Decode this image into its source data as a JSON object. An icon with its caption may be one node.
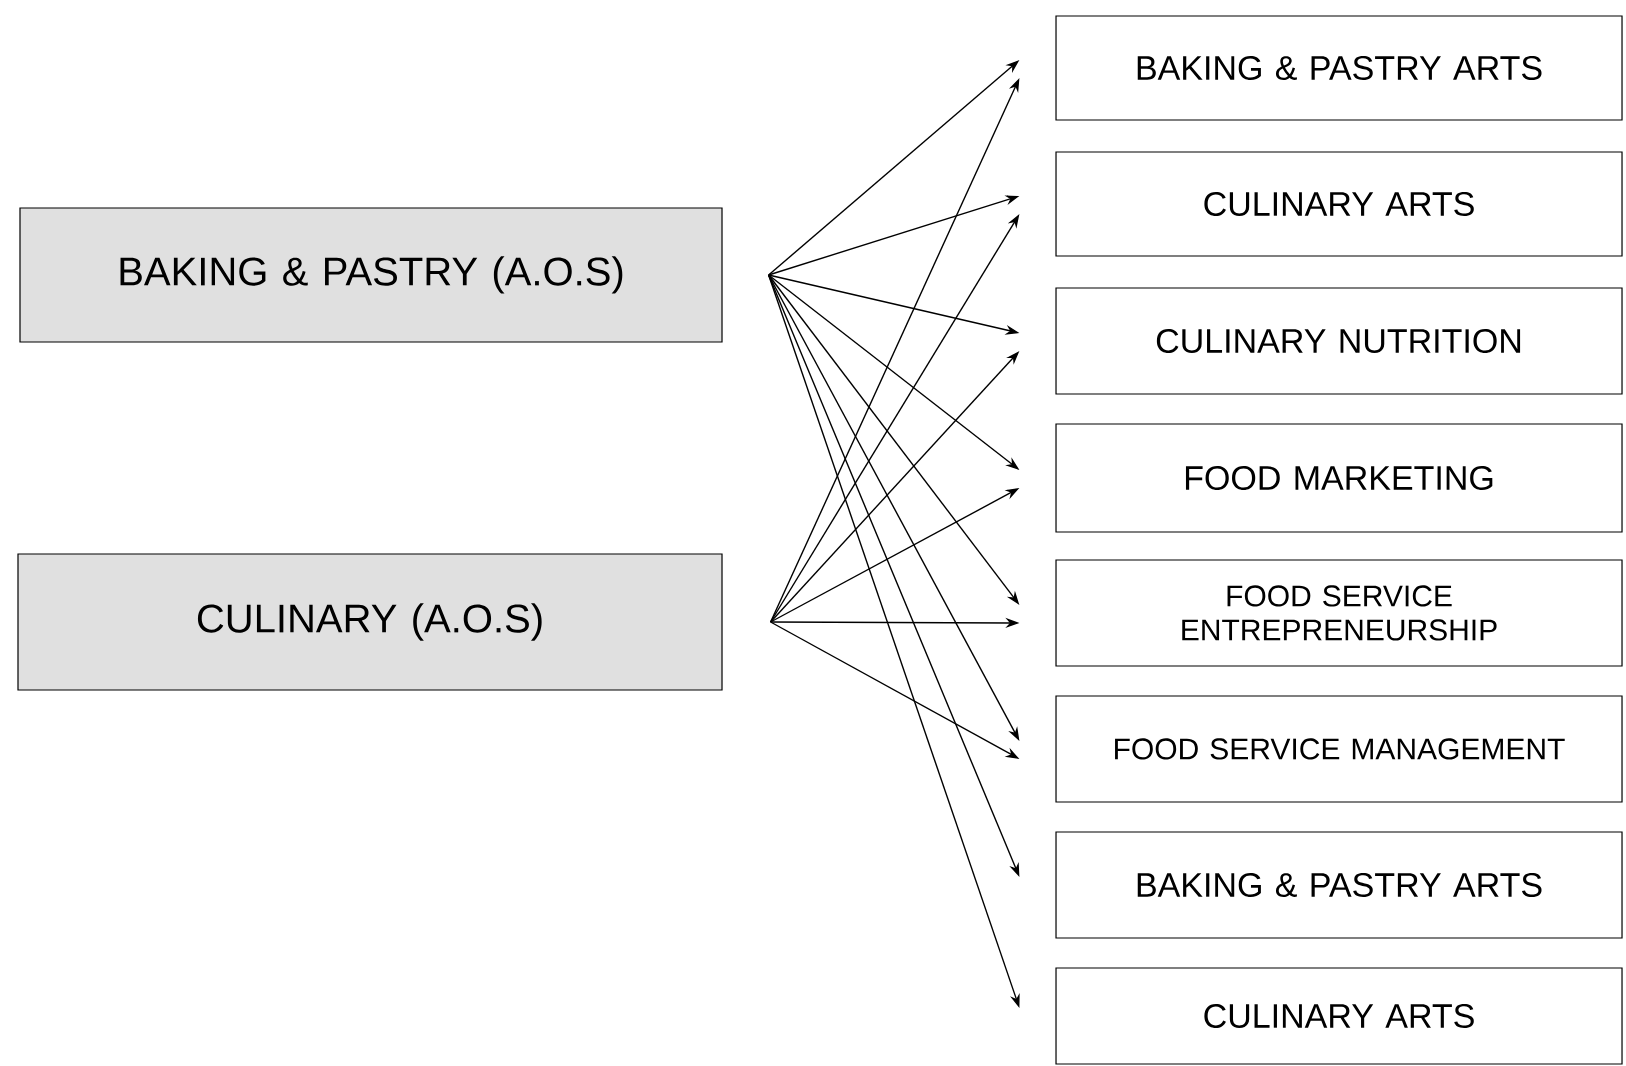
{
  "diagram": {
    "nodes": [
      {
        "text": [
          "BAKING & PASTRY (A.O.S)"
        ]
      },
      {
        "text": [
          "CULINARY (A.O.S)"
        ]
      },
      {
        "text": [
          "BAKING & PASTRY ARTS"
        ]
      },
      {
        "text": [
          "CULINARY ARTS"
        ]
      },
      {
        "text": [
          "CULINARY NUTRITION"
        ]
      },
      {
        "text": [
          "FOOD MARKETING"
        ]
      },
      {
        "text": [
          "FOOD SERVICE ENTREPRENEURSHIP"
        ]
      },
      {
        "text": [
          "FOOD SERVICE MANAGEMENT"
        ]
      },
      {
        "text": [
          "BAKING & PASTRY ARTS"
        ]
      },
      {
        "text": [
          "CULINARY ARTS"
        ]
      }
    ],
    "edges": [
      {
        "from": 0,
        "to": 2,
        "arrow": "to"
      },
      {
        "from": 0,
        "to": 3,
        "arrow": "to"
      },
      {
        "from": 0,
        "to": 4,
        "arrow": "to"
      },
      {
        "from": 0,
        "to": 5,
        "arrow": "to"
      },
      {
        "from": 0,
        "to": 6,
        "arrow": "to"
      },
      {
        "from": 0,
        "to": 7,
        "arrow": "to"
      },
      {
        "from": 0,
        "to": 8,
        "arrow": "to"
      },
      {
        "from": 0,
        "to": 9,
        "arrow": "to"
      },
      {
        "from": 1,
        "to": 2,
        "arrow": "to"
      },
      {
        "from": 1,
        "to": 3,
        "arrow": "to"
      },
      {
        "from": 1,
        "to": 4,
        "arrow": "to"
      },
      {
        "from": 1,
        "to": 5,
        "arrow": "to"
      },
      {
        "from": 1,
        "to": 6,
        "arrow": "to"
      },
      {
        "from": 1,
        "to": 7,
        "arrow": "to"
      }
    ]
  }
}
